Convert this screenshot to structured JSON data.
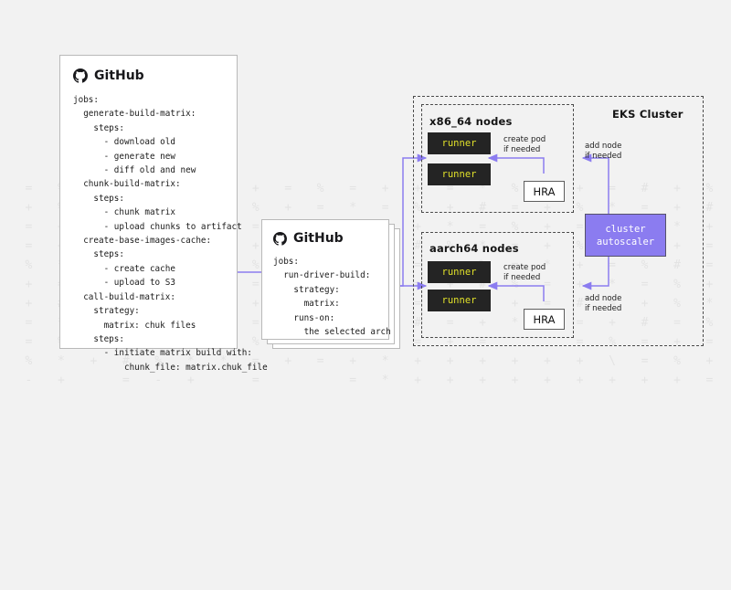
{
  "background": {
    "accent_purple": "#8b7cf0",
    "canvas": "#f2f2f2",
    "runner_bg": "#242424",
    "runner_fg": "#e0e02a",
    "pattern_rows": [
      "+  =  %  =  +  #  =  *  +  =  %  =  +  +  =  *  %  =  +  =  #  +  %  =  *  +  =  +  %  =  =  +  #  =  %",
      "=  +  %  *  =  #  +  =  %  +  =  *  =  %  +  #  =  +  %  *  =  +  #  %  =  +  =  *  +  %  =  #  +  =  *",
      "%  =  +  =  #  *  %  +  =  +  %  =  #  +  *  =  %  +  =  #  =  *  +  %  =  +  #  =  %  *  +  =  +  #  =",
      "+  =  +  %  =  #  =  *  +  %  =  +  =  #  %  *  =  +  %  =  #  +  =  *  %  +  =  #  =  +  %  *  =  +  =",
      "=  %  *  +  #  =  +  =  %  *  +  =  #  =  +  %  =  *  +  =  %  #  =  +  *  =  %  +  =  #  +  %  =  *  +",
      "#  +  =  %  =  *  +  #  =  +  %  =  *  =  +  #  %  =  +  *  =  %  +  #  =  *  +  =  %  =  +  #  *  =  %",
      "=  +  #  =  %  +  *  =  +  %  #  =  +  =  *  %  +  =  #  =  +  %  *  =  +  #  %  =  *  +  =  %  +  #  =",
      "%  =  *  +  =  %  #  +  =  *  =  +  %  #  =  +  *  %  =  +  #  =  %  *  +  =  #  +  %  =  *  =  +  %  #",
      "+  =  %  =  +  +  =  =  %  +  +  =  [  =  +  =        =  %  =  +  =  #  *  +  %  =  +  =  %  +  =  %  =",
      "=  %  *  +  #  %  *  *  =  +  =  +  *  +  +  +  +  +  +  \\  =  %  +  =  #  *  +  #  %  *  *  =  +  =  +",
      "=  -  +     =  -  +     =        =  *  +  +  +  +  +  +  +  +  +  =  +  =  +  +     =  -  +     =  -  +"
    ]
  },
  "left_card": {
    "name": "GitHub",
    "lines": [
      "jobs:",
      "  generate-build-matrix:",
      "    steps:",
      "      - download old",
      "      - generate new",
      "      - diff old and new",
      "  chunk-build-matrix:",
      "    steps:",
      "      - chunk matrix",
      "      - upload chunks to artifact",
      "  create-base-images-cache:",
      "    steps:",
      "      - create cache",
      "      - upload to S3",
      "  call-build-matrix:",
      "    strategy:",
      "      matrix: chuk files",
      "    steps:",
      "      - initiate matrix build with:",
      "          chunk_file: matrix.chuk_file"
    ]
  },
  "driver_card": {
    "name": "GitHub",
    "lines": [
      "jobs:",
      "  run-driver-build:",
      "    strategy:",
      "      matrix:",
      "    runs-on:",
      "      the selected arch"
    ]
  },
  "cluster": {
    "label": "EKS Cluster",
    "autoscaler_label": "cluster\nautoscaler",
    "node_groups": [
      {
        "label": "x86_64 nodes",
        "runners": [
          "runner",
          "runner"
        ],
        "controller": "HRA",
        "pod_note": "create pod\nif needed",
        "node_note": "add node\nif needed"
      },
      {
        "label": "aarch64 nodes",
        "runners": [
          "runner",
          "runner"
        ],
        "controller": "HRA",
        "pod_note": "create pod\nif needed",
        "node_note": "add node\nif needed"
      }
    ]
  }
}
